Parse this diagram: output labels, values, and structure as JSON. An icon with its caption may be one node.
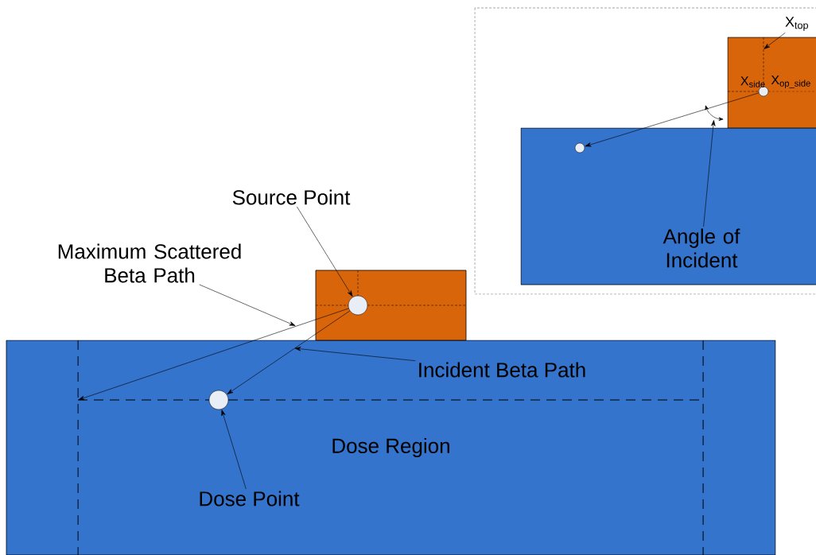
{
  "diagram": {
    "nodes": [
      {
        "text": [
          "Dose Region"
        ]
      },
      {
        "text": [],
        "shape": "box"
      },
      {
        "text": [],
        "shape": "circle",
        "in": 1
      },
      {
        "text": [],
        "shape": "circle",
        "in": 0
      },
      {
        "text": [
          "Source Point"
        ]
      },
      {
        "text": [
          "Maximum Scattered Beta Path"
        ]
      },
      {
        "text": [
          "Incident Beta Path"
        ],
        "in": 0
      },
      {
        "text": [
          "Dose Point"
        ],
        "in": 0
      },
      {
        "text": [],
        "shape": "box"
      },
      {
        "text": [],
        "shape": "box"
      },
      {
        "text": [],
        "shape": "circle",
        "in": 9
      },
      {
        "text": [],
        "shape": "circle",
        "in": 8
      },
      {
        "text": [
          "X$_{top}$"
        ]
      },
      {
        "text": [
          "Angle of Incident"
        ],
        "in": 8
      },
      {
        "text": [],
        "shape": "arc"
      }
    ],
    "edges": [
      {
        "from": 4,
        "to": 2,
        "arrow": "to"
      },
      {
        "from": 5,
        "to": null,
        "arrow": "to"
      },
      {
        "from": 2,
        "to": null,
        "arrow": "to"
      },
      {
        "from": 2,
        "to": 3,
        "arrow": "to"
      },
      {
        "from": 6,
        "to": null,
        "arrow": "to"
      },
      {
        "from": 7,
        "to": 3,
        "arrow": "to"
      },
      {
        "from": 12,
        "to": 9,
        "arrow": "to"
      },
      {
        "from": 10,
        "to": 11,
        "arrow": "to"
      },
      {
        "from": 13,
        "to": 14,
        "arrow": "to"
      }
    ],
    "labels": [
      "X$_{side}$",
      "X$_{op_side}$"
    ]
  }
}
